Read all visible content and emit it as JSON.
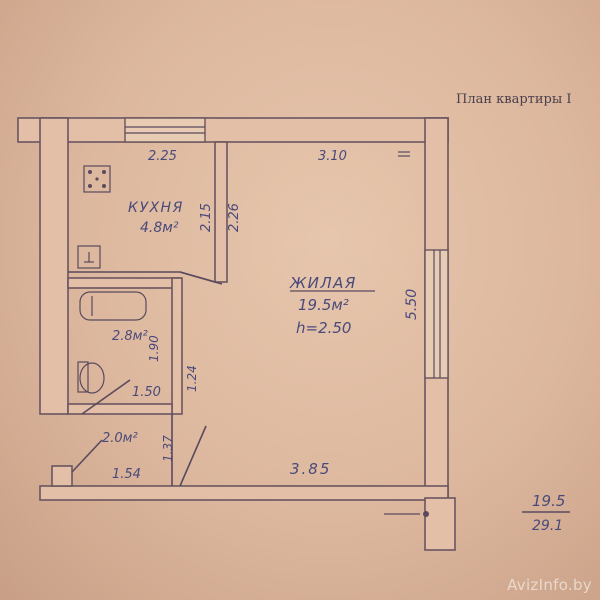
{
  "document": {
    "title": "План квартиры I"
  },
  "rooms": {
    "kitchen": {
      "name": "КУХНЯ",
      "area": "4.8м²"
    },
    "living": {
      "name": "ЖИЛАЯ",
      "area": "19.5м²",
      "height": "h=2.50"
    },
    "bathroom": {
      "area": "2.8м²"
    },
    "hall": {
      "area": "2.0м²"
    }
  },
  "dimensions": {
    "kitchen_width": "2.25",
    "living_top": "3.10",
    "kitchen_depth": "2.26",
    "kitchen_side": "2.15",
    "living_height": "5.50",
    "bath_depth": "1.90",
    "bath_side": "1.24",
    "bath_width": "1.50",
    "hall_side": "1.37",
    "hall_width": "1.54",
    "living_bottom": "3.85"
  },
  "totals": {
    "living_area": "19.5",
    "total_area": "29.1"
  },
  "watermark": "AvizInfo.by"
}
